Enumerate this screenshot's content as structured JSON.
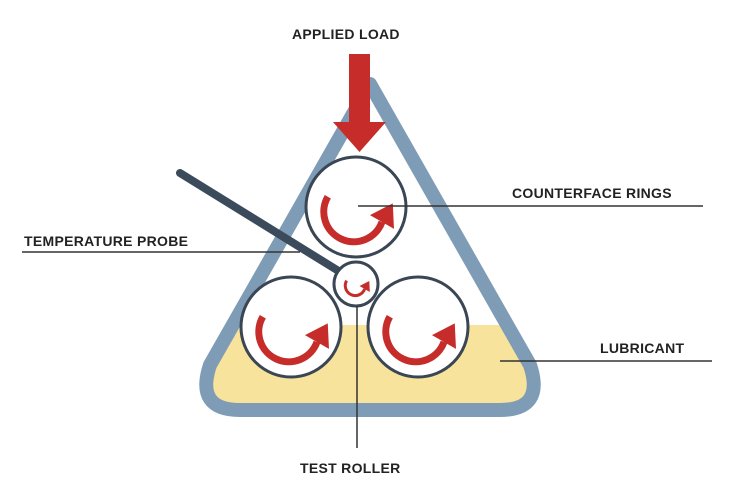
{
  "labels": {
    "applied_load": "APPLIED LOAD",
    "counterface_rings": "COUNTERFACE RINGS",
    "temperature_probe": "TEMPERATURE PROBE",
    "lubricant": "LUBRICANT",
    "test_roller": "TEST ROLLER"
  },
  "colors": {
    "frame": "#7f9cb6",
    "lubricant": "#f7e39c",
    "arrow_red": "#c62d2a",
    "probe": "#3b4b5b",
    "ring_outline": "#3a4654",
    "leader_line": "#333333"
  }
}
